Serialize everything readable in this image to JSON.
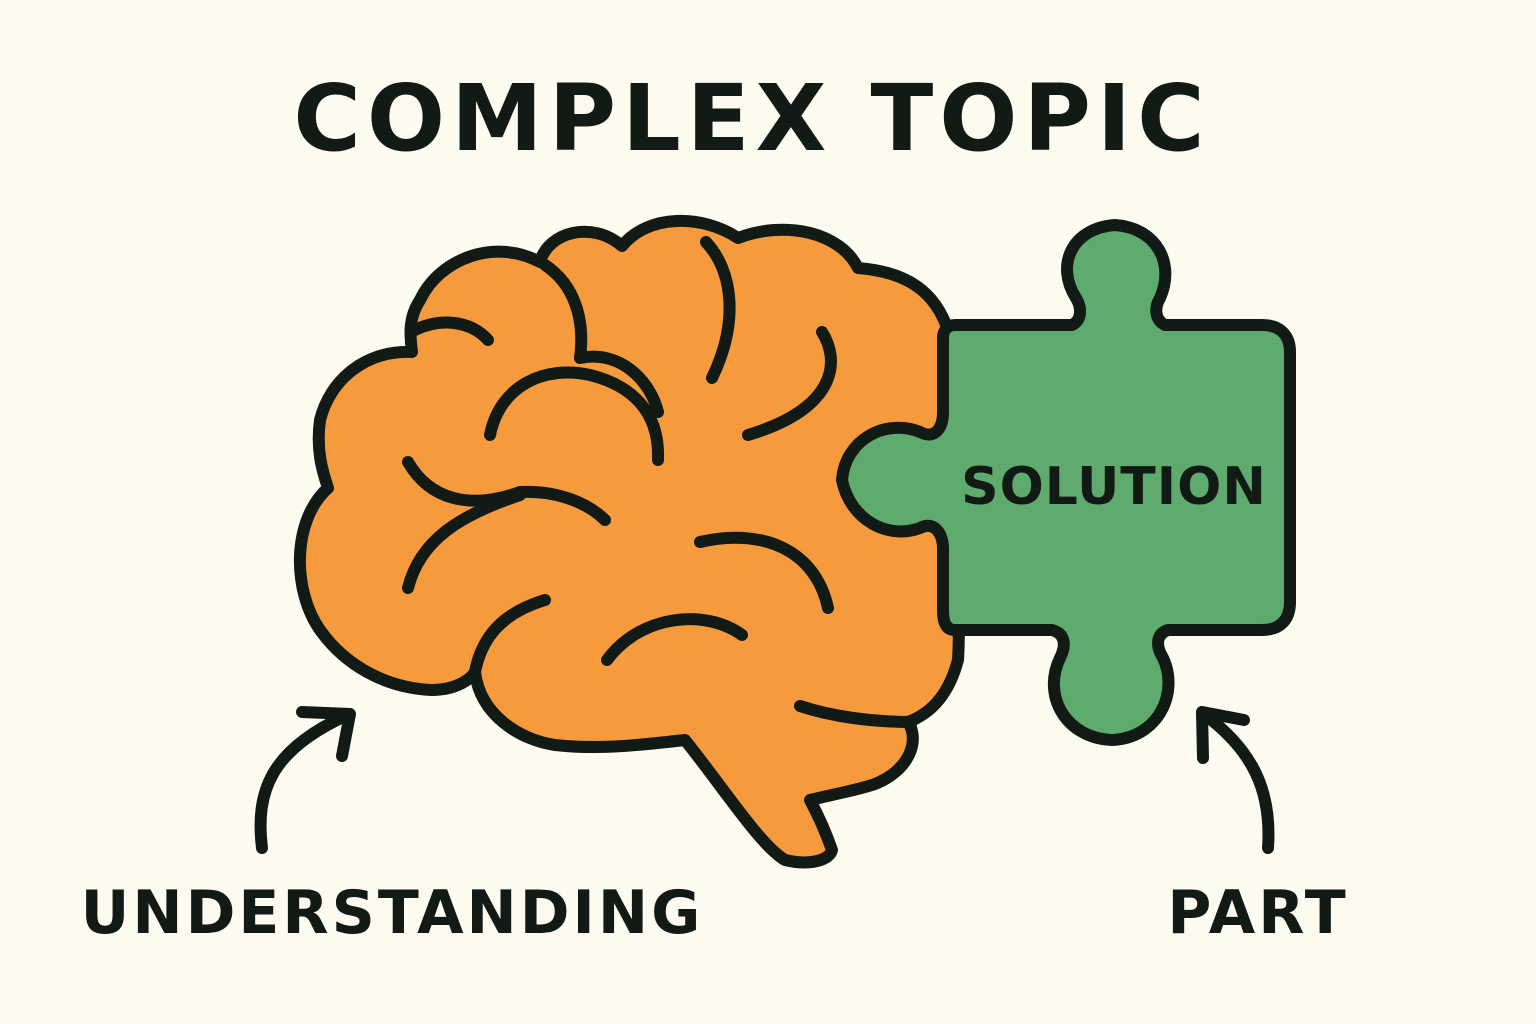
{
  "title": "COMPLEX TOPIC",
  "puzzle_piece": {
    "label": "SOLUTION",
    "fill_color": "#5fab6e"
  },
  "brain": {
    "fill_color": "#f69a3e"
  },
  "labels": {
    "left": "UNDERSTANDING",
    "right": "PART"
  },
  "colors": {
    "background": "#fdfbf0",
    "outline": "#111a15"
  }
}
